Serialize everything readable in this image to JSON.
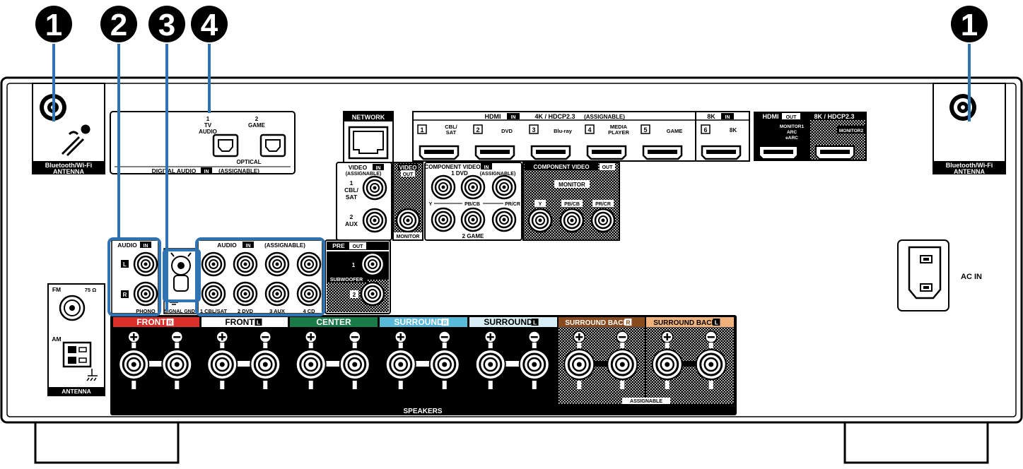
{
  "callouts": [
    "1",
    "2",
    "3",
    "4",
    "1"
  ],
  "antenna": {
    "bt_line1": "Bluetooth/Wi-Fi",
    "bt_line2": "ANTENNA",
    "fm": "FM",
    "fm_ohm": "75 Ω",
    "am": "AM",
    "label": "ANTENNA"
  },
  "digital_audio": {
    "in1_num": "1",
    "in1_a": "TV",
    "in1_b": "AUDIO",
    "in2_num": "2",
    "in2_a": "GAME",
    "optical": "OPTICAL",
    "title_a": "DIGITAL AUDIO",
    "in_badge": "IN",
    "title_b": "(ASSIGNABLE)"
  },
  "network": {
    "label": "NETWORK"
  },
  "hdmi_in": {
    "hdmi": "HDMI",
    "in_badge": "IN",
    "spec": "4K / HDCP2.3",
    "assignable": "(ASSIGNABLE)",
    "ports": [
      {
        "num": "1",
        "l1": "CBL/",
        "l2": "SAT"
      },
      {
        "num": "2",
        "l1": "DVD",
        "l2": ""
      },
      {
        "num": "3",
        "l1": "Blu-ray",
        "l2": ""
      },
      {
        "num": "4",
        "l1": "MEDIA",
        "l2": "PLAYER"
      },
      {
        "num": "5",
        "l1": "GAME",
        "l2": ""
      }
    ]
  },
  "hdmi_8k": {
    "title": "8K",
    "in_badge": "IN",
    "num": "6",
    "label": "8K"
  },
  "hdmi_out": {
    "hdmi": "HDMI",
    "out_badge": "OUT",
    "spec": "8K / HDCP2.3",
    "m1a": "MONITOR1",
    "m1b": "ARC",
    "m1c": "eARC",
    "m2": "MONITOR2"
  },
  "video_in": {
    "title": "VIDEO",
    "in_badge": "IN",
    "assignable": "(ASSIGNABLE)",
    "p1_num": "1",
    "p1_a": "CBL/",
    "p1_b": "SAT",
    "p2_num": "2",
    "p2_a": "AUX"
  },
  "video_out": {
    "title": "VIDEO",
    "out_badge": "OUT",
    "monitor": "MONITOR"
  },
  "component_in": {
    "title": "COMPONENT VIDEO",
    "in_badge": "IN",
    "assignable": "(ASSIGNABLE)",
    "row1": "1 DVD",
    "y": "Y",
    "pb": "PB/CB",
    "pr": "PR/CR",
    "row2": "2 GAME"
  },
  "component_out": {
    "title": "COMPONENT VIDEO",
    "out_badge": "OUT",
    "monitor": "MONITOR",
    "y": "Y",
    "pb": "PB/CB",
    "pr": "PR/CR"
  },
  "phono": {
    "title": "AUDIO",
    "in_badge": "IN",
    "l": "L",
    "r": "R",
    "label": "PHONO"
  },
  "signal_gnd": {
    "label": "SIGNAL GND"
  },
  "audio_in": {
    "title": "AUDIO",
    "in_badge": "IN",
    "assignable": "(ASSIGNABLE)",
    "labels": [
      "1 CBL/SAT",
      "2 DVD",
      "3 AUX",
      "4 CD"
    ]
  },
  "pre_out": {
    "title": "PRE",
    "out_badge": "OUT",
    "sub": "SUBWOOFER",
    "p1": "1",
    "p2": "2"
  },
  "ac_in": {
    "label": "AC IN"
  },
  "speakers": {
    "label": "SPEAKERS",
    "assignable": "ASSIGNABLE",
    "groups": [
      {
        "name": "FRONT",
        "side": "R",
        "color": "#d9302c"
      },
      {
        "name": "FRONT",
        "side": "L",
        "color": "#ffffff"
      },
      {
        "name": "CENTER",
        "side": "",
        "color": "#1a7a4a"
      },
      {
        "name": "SURROUND",
        "side": "R",
        "color": "#59b9d8"
      },
      {
        "name": "SURROUND",
        "side": "L",
        "color": "#d8eef6"
      },
      {
        "name": "SURROUND BACK",
        "side": "R",
        "color": "#8a4a1f"
      },
      {
        "name": "SURROUND BACK",
        "side": "L",
        "color": "#f0b27a"
      }
    ]
  },
  "colors": {
    "callout_blue": "#2f73b3",
    "chassis": "#111111"
  }
}
